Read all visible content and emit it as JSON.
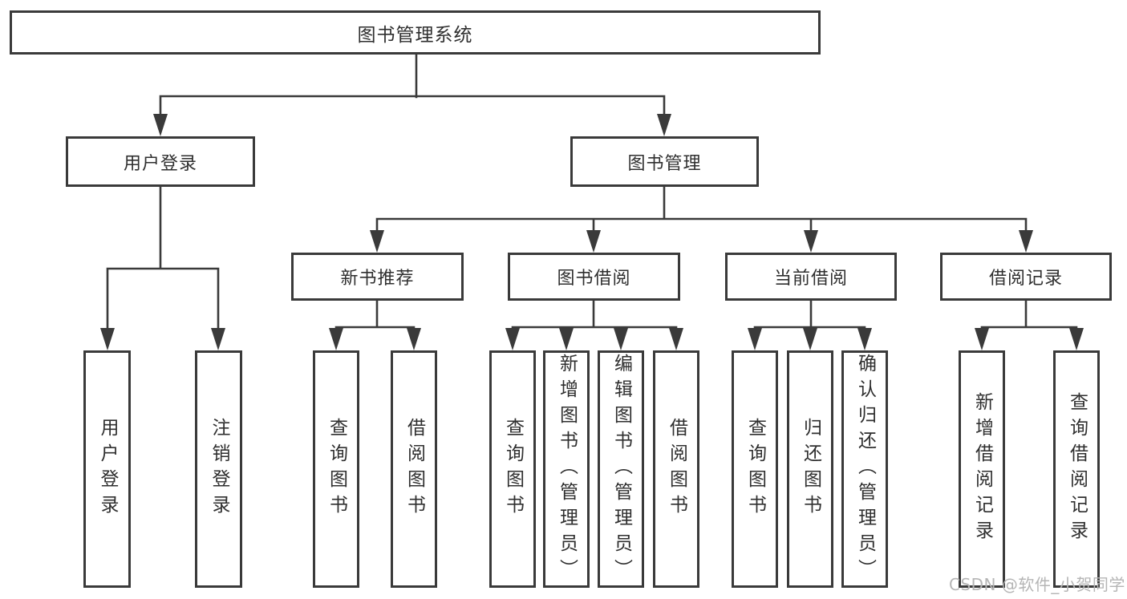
{
  "tree": {
    "root": {
      "label": "图书管理系统",
      "children": [
        {
          "label": "用户登录",
          "children": [
            {
              "label": "用户登录"
            },
            {
              "label": "注销登录"
            }
          ]
        },
        {
          "label": "图书管理",
          "children": [
            {
              "label": "新书推荐",
              "children": [
                {
                  "label": "查询图书"
                },
                {
                  "label": "借阅图书"
                }
              ]
            },
            {
              "label": "图书借阅",
              "children": [
                {
                  "label": "查询图书"
                },
                {
                  "label": "新增图书（管理员）"
                },
                {
                  "label": "编辑图书（管理员）"
                },
                {
                  "label": "借阅图书"
                }
              ]
            },
            {
              "label": "当前借阅",
              "children": [
                {
                  "label": "查询图书"
                },
                {
                  "label": "归还图书"
                },
                {
                  "label": "确认归还（管理员）"
                }
              ]
            },
            {
              "label": "借阅记录",
              "children": [
                {
                  "label": "新增借阅记录"
                },
                {
                  "label": "查询借阅记录"
                }
              ]
            }
          ]
        }
      ]
    }
  },
  "watermark": "CSDN @软件_小贺同学",
  "colors": {
    "line": "#3a3a3a",
    "text": "#2f2f2f",
    "background": "#ffffff",
    "watermark": "#b5b5b5"
  }
}
